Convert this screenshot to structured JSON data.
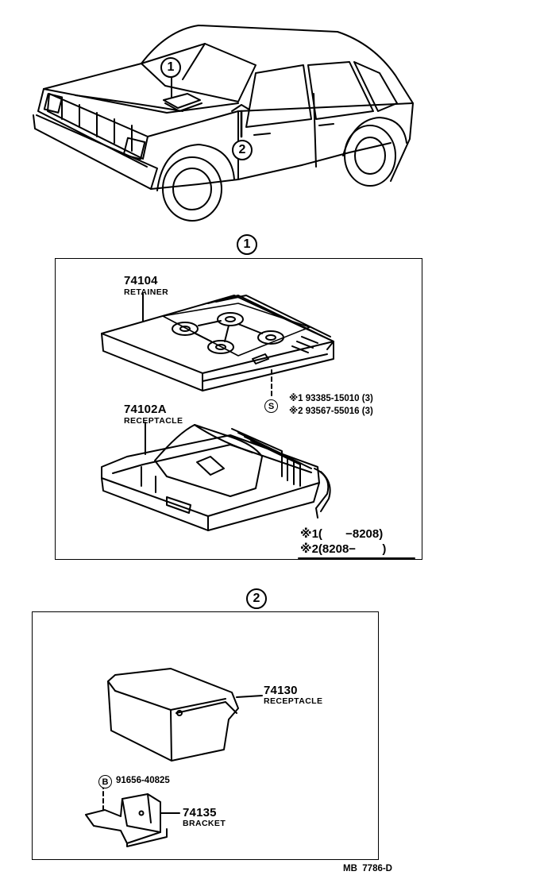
{
  "callouts": {
    "one": "1",
    "two": "2"
  },
  "section1": {
    "retainer": {
      "part": "74104",
      "name": "RETAINER"
    },
    "receptacle": {
      "part": "74102A",
      "name": "RECEPTACLE"
    },
    "screw": {
      "symbol": "S",
      "refs": [
        "※1 93385-15010 (3)",
        "※2 93567-55016 (3)"
      ]
    },
    "dates": [
      "※1(       −8208)",
      "※2(8208−        )"
    ]
  },
  "section2": {
    "receptacle": {
      "part": "74130",
      "name": "RECEPTACLE"
    },
    "bolt": {
      "symbol": "B",
      "part": "91656-40825"
    },
    "bracket": {
      "part": "74135",
      "name": "BRACKET"
    }
  },
  "footer": {
    "code": "MB  7786-D"
  }
}
